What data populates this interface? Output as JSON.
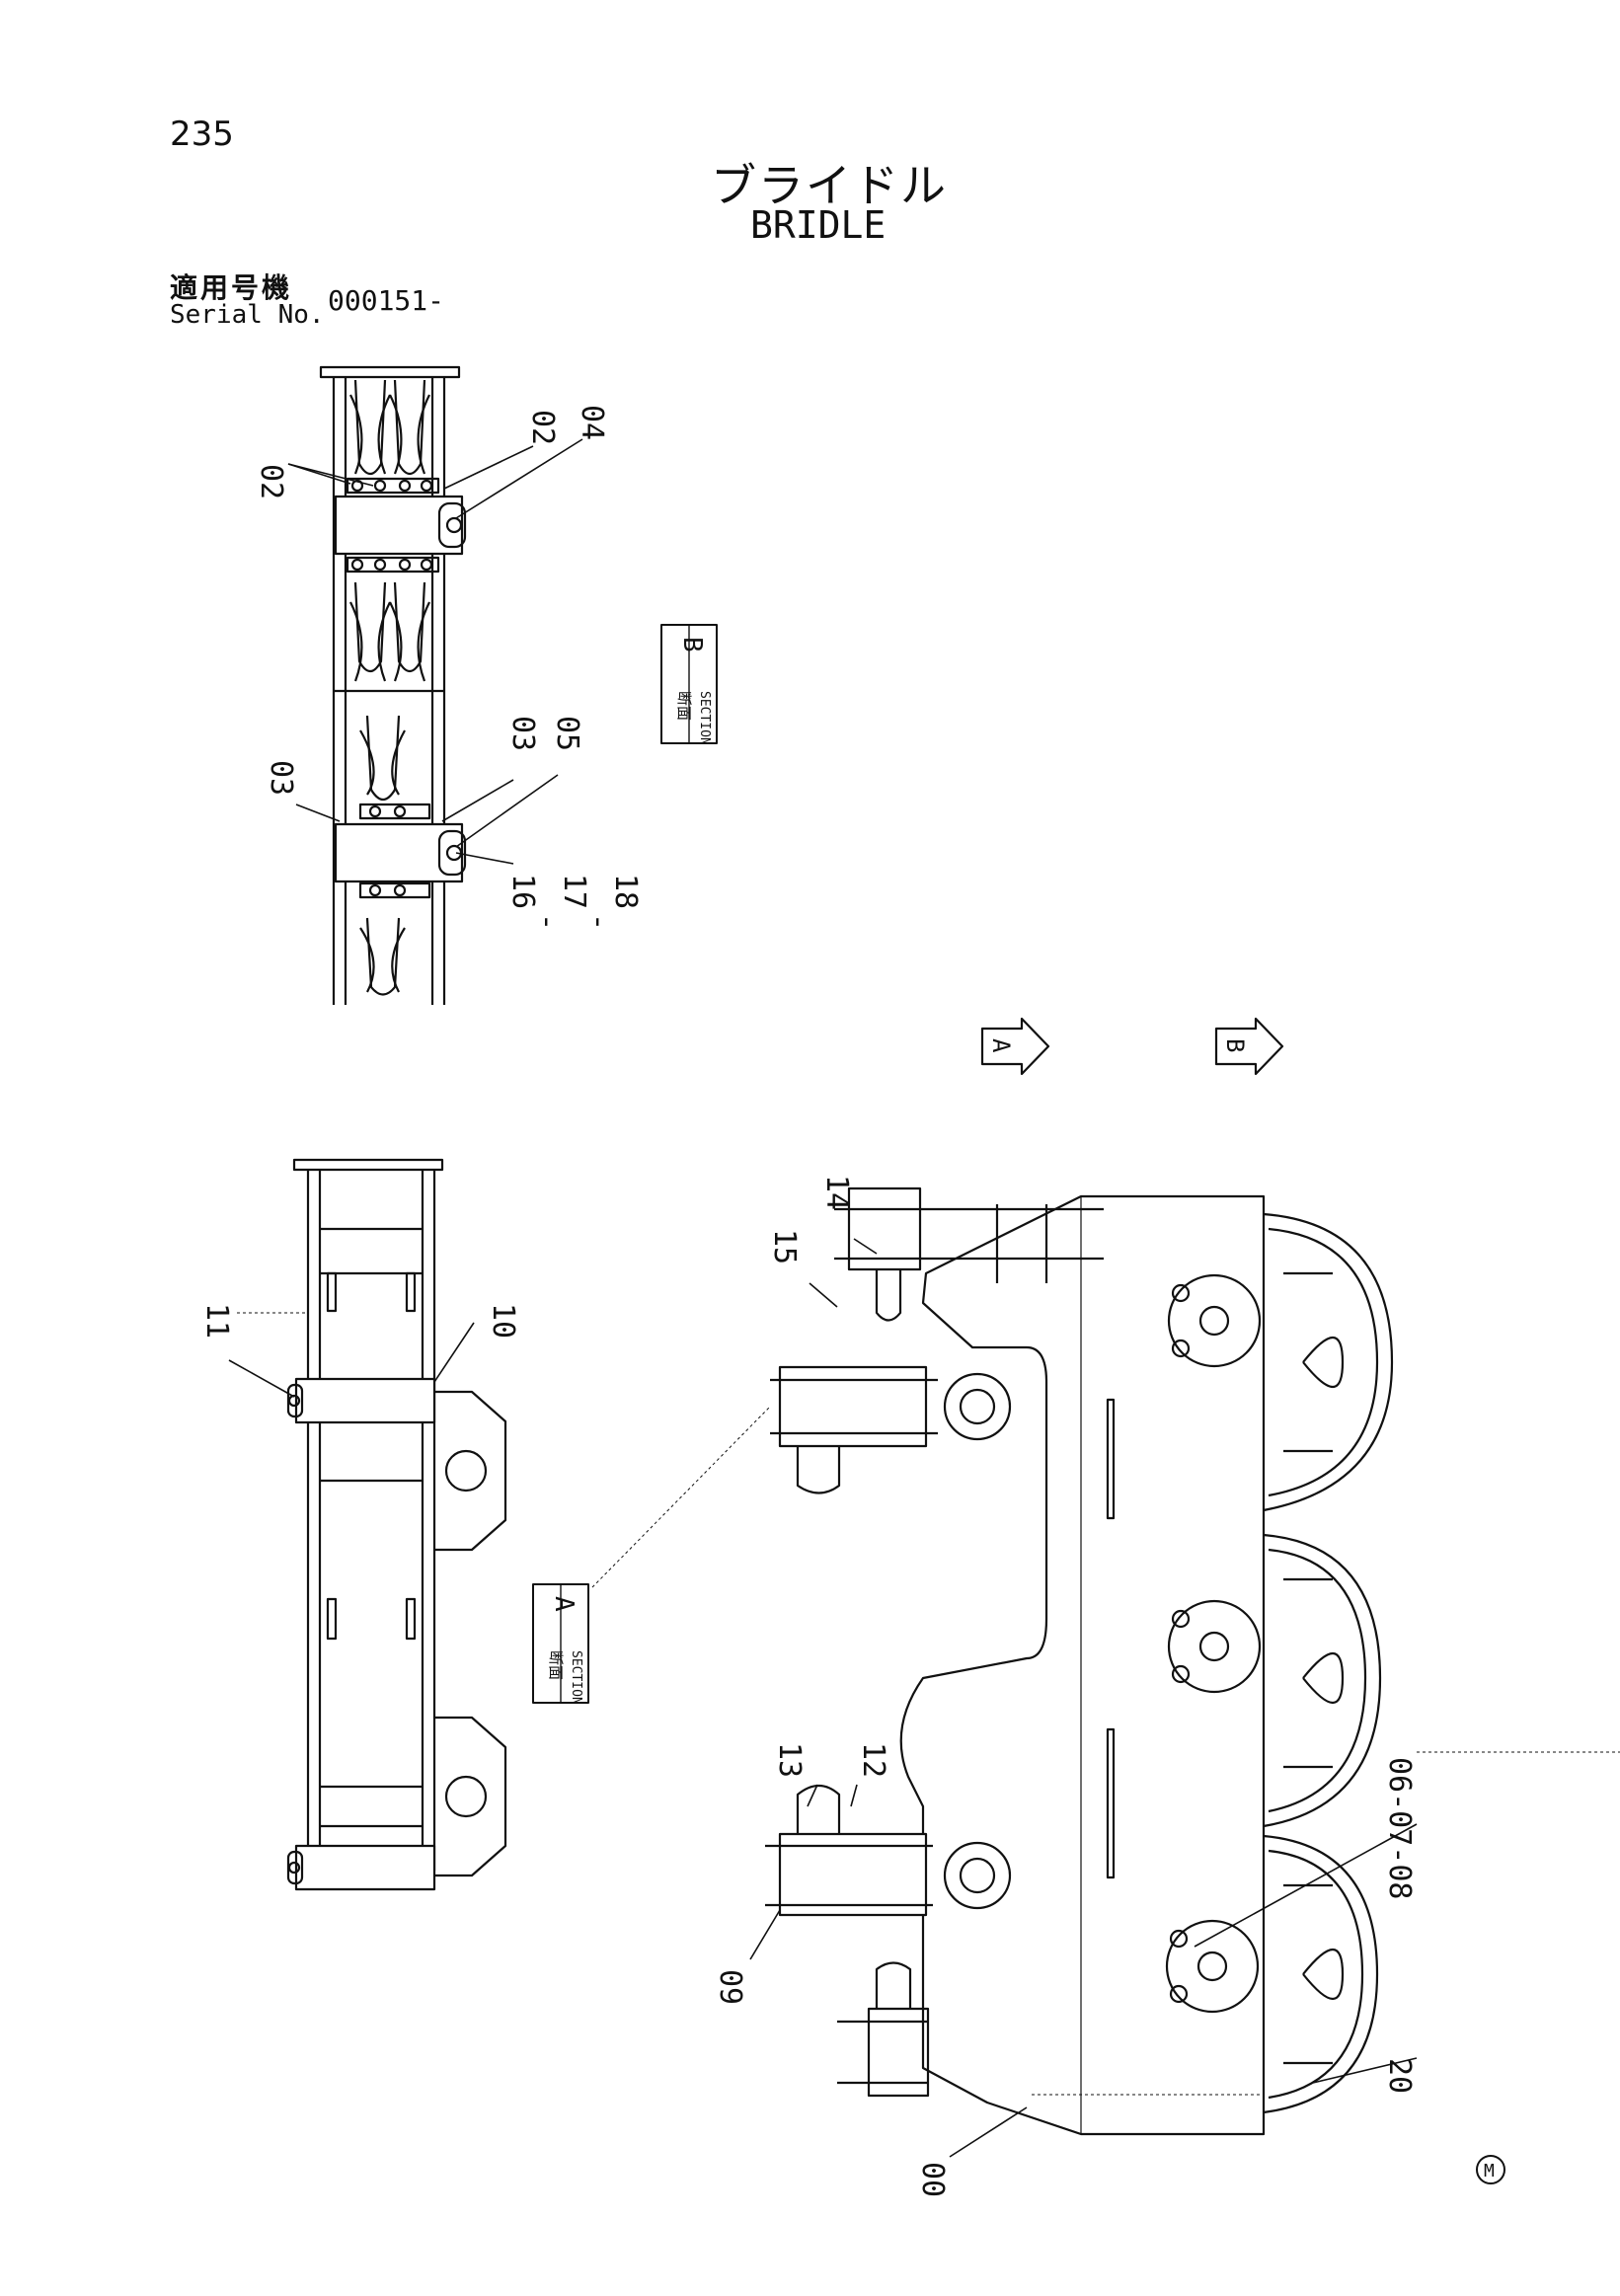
{
  "header": {
    "page_number": "235",
    "title_jp": "ブライドル",
    "title_en": "BRIDLE",
    "serial_label_jp": "適用号機",
    "serial_label_en": "Serial No.",
    "serial_value": "000151-"
  },
  "section_b": {
    "jp": "断面",
    "en": "SECTION",
    "letter": "B"
  },
  "section_a": {
    "jp": "断面",
    "en": "SECTION",
    "letter": "A"
  },
  "view_arrows": {
    "a": "A",
    "b": "B"
  },
  "parts": {
    "p02a": "02",
    "p02b": "02",
    "p04": "04",
    "p03a": "03",
    "p03b": "03",
    "p05": "05",
    "p16": "16",
    "p17": "17",
    "p18": "18",
    "dash": "-",
    "p11": "11",
    "p10": "10",
    "p14": "14",
    "p15": "15",
    "p13": "13",
    "p12": "12",
    "p09": "09",
    "p0608": "06-07-08",
    "p20": "20",
    "p00": "00"
  },
  "mark": "M"
}
